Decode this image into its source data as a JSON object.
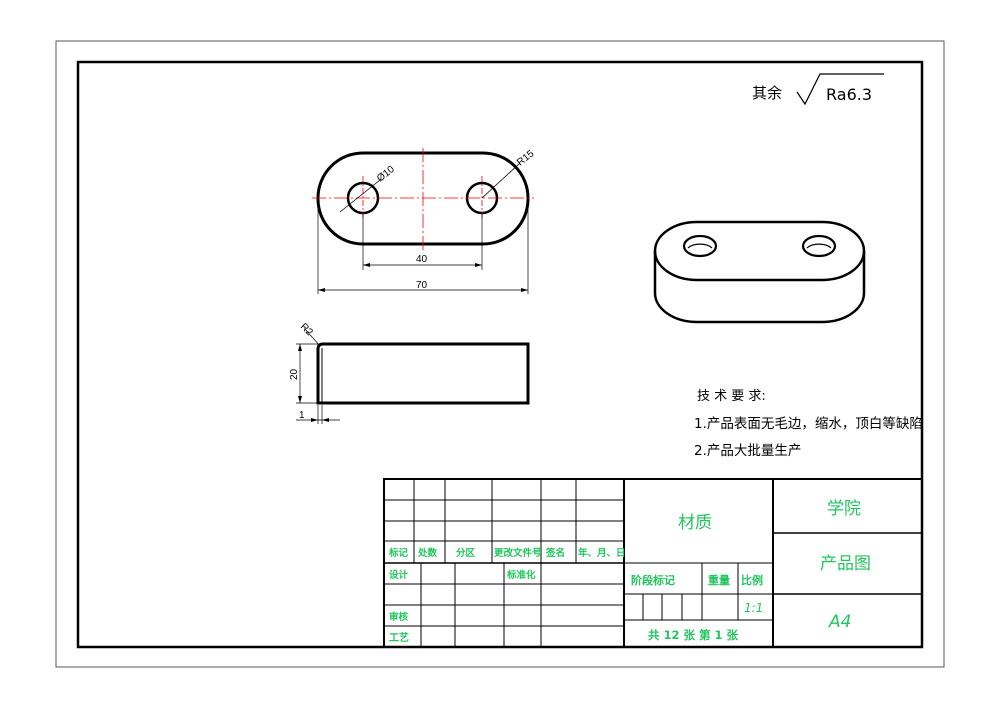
{
  "colors": {
    "line": "#000000",
    "center": "#ff0000",
    "title_text": "#22c55e"
  },
  "roughness": {
    "prefix": "其余",
    "value": "Ra6.3"
  },
  "dimensions": {
    "hole_dia": "Ø10",
    "end_radius": "R15",
    "hole_spacing": "40",
    "overall_length": "70",
    "corner_radius": "R2",
    "height": "20",
    "offset": "1"
  },
  "tech_requirements": {
    "title": "技 术 要 求:",
    "item1": "1.产品表面无毛边，缩水，顶白等缺陷",
    "item2": "2.产品大批量生产"
  },
  "title_block": {
    "row_labels": [
      "标记",
      "处数",
      "分区",
      "更改文件号",
      "签名",
      "年、月、日"
    ],
    "design": "设计",
    "standardize": "标准化",
    "review": "审核",
    "process": "工艺",
    "material": "材质",
    "stage_mark": "阶段标记",
    "weight": "重量",
    "scale_label": "比例",
    "scale_value": "1:1",
    "sheets": "共  12  张  第  1 张",
    "school": "学院",
    "drawing_name": "产品图",
    "paper_size": "A4"
  }
}
